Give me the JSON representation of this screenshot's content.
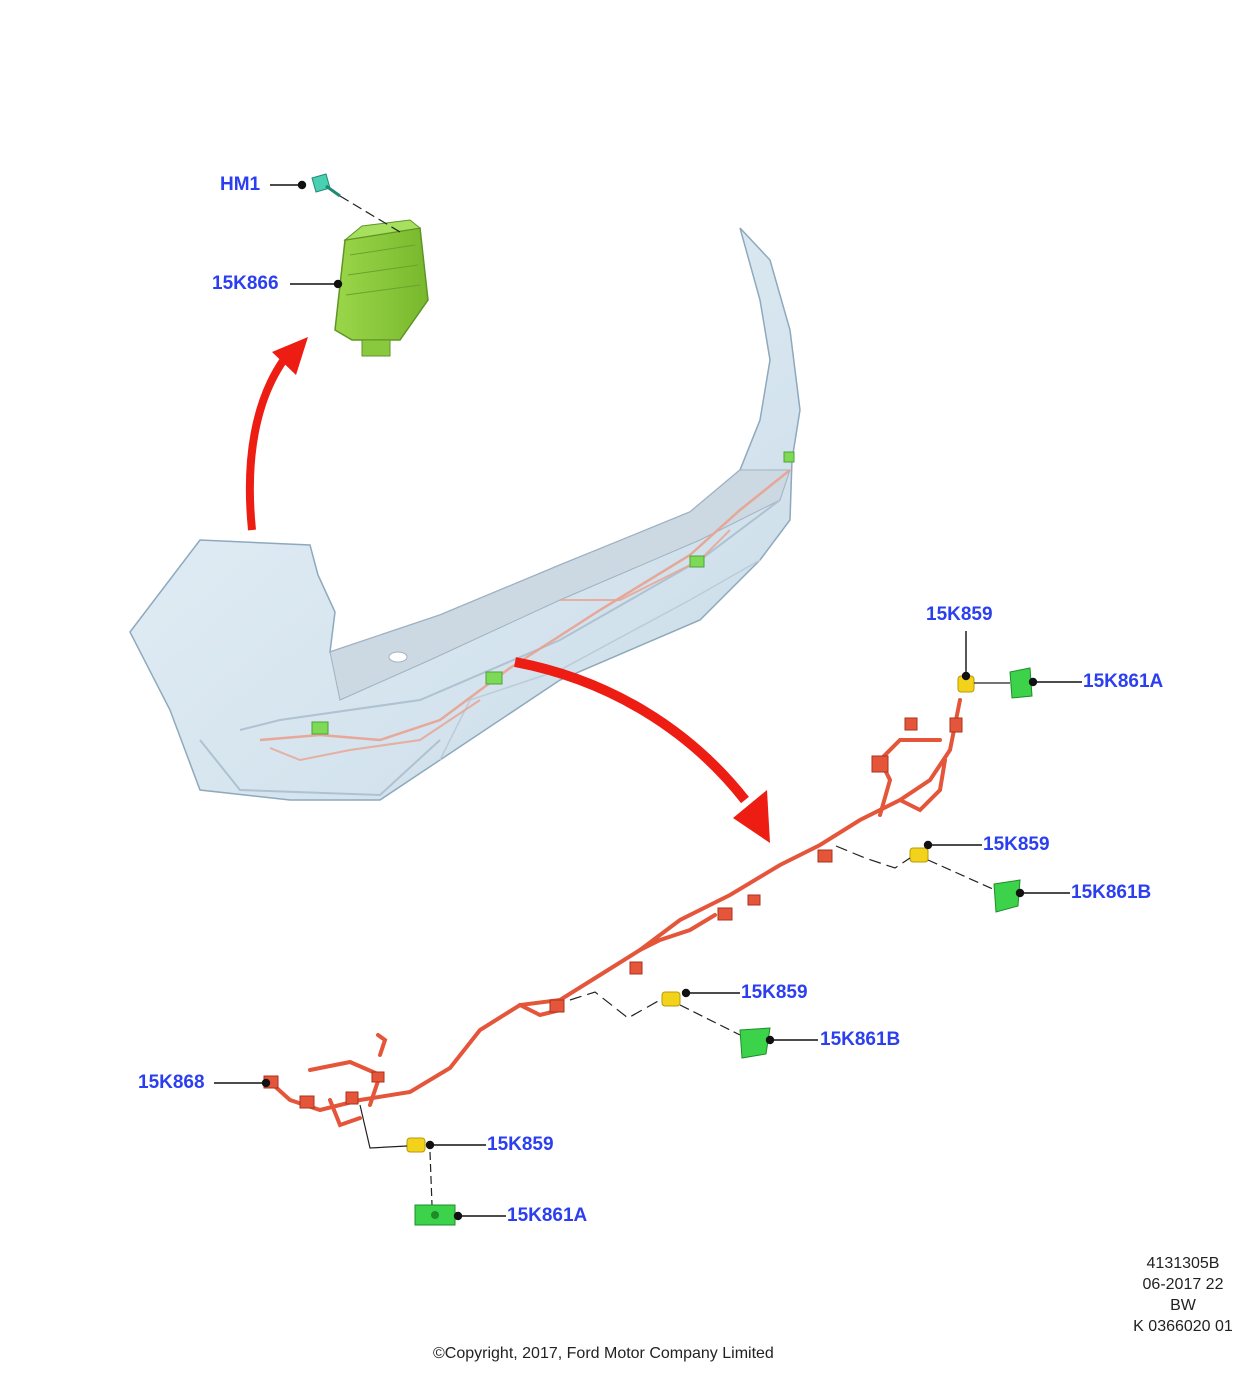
{
  "colors": {
    "callout_text": "#2b3ff0",
    "harness": "#e4553a",
    "sensor": "#f2d21b",
    "bracket": "#3cd34a",
    "module": "#8ccf3a",
    "arrow": "#ee1d14",
    "bumper": "#d7e6f0"
  },
  "callouts": {
    "hm1": "HM1",
    "module": "15K866",
    "sensor_top": "15K859",
    "bracket_top": "15K861A",
    "sensor_mid_right": "15K859",
    "bracket_mid_right": "15K861B",
    "sensor_mid_left": "15K859",
    "bracket_mid_left": "15K861B",
    "harness": "15K868",
    "sensor_bottom": "15K859",
    "bracket_bottom": "15K861A"
  },
  "meta": {
    "ref_number": "4131305B",
    "date_code": "06-2017 22",
    "initials": "BW",
    "sheet_code": "K 0366020 01",
    "copyright": "©Copyright, 2017, Ford Motor Company Limited"
  }
}
